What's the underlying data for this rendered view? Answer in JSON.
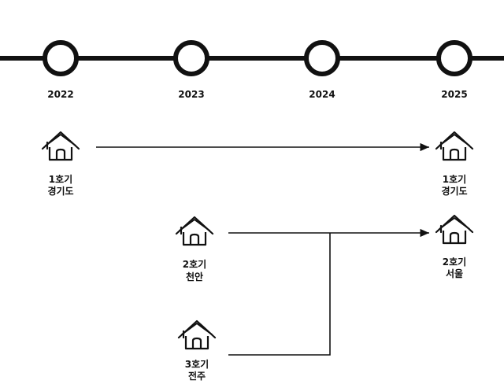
{
  "timeline": {
    "years": [
      "2022",
      "2023",
      "2024",
      "2025"
    ]
  },
  "sites": {
    "site1_start": {
      "number": "1호기",
      "region": "경기도"
    },
    "site1_end": {
      "number": "1호기",
      "region": "경기도"
    },
    "site2": {
      "number": "2호기",
      "region": "천안"
    },
    "site2_end": {
      "number": "2호기",
      "region": "서울"
    },
    "site3": {
      "number": "3호기",
      "region": "전주"
    }
  },
  "icons": {
    "house": "house-icon"
  },
  "colors": {
    "line": "#111111",
    "background": "#ffffff"
  }
}
